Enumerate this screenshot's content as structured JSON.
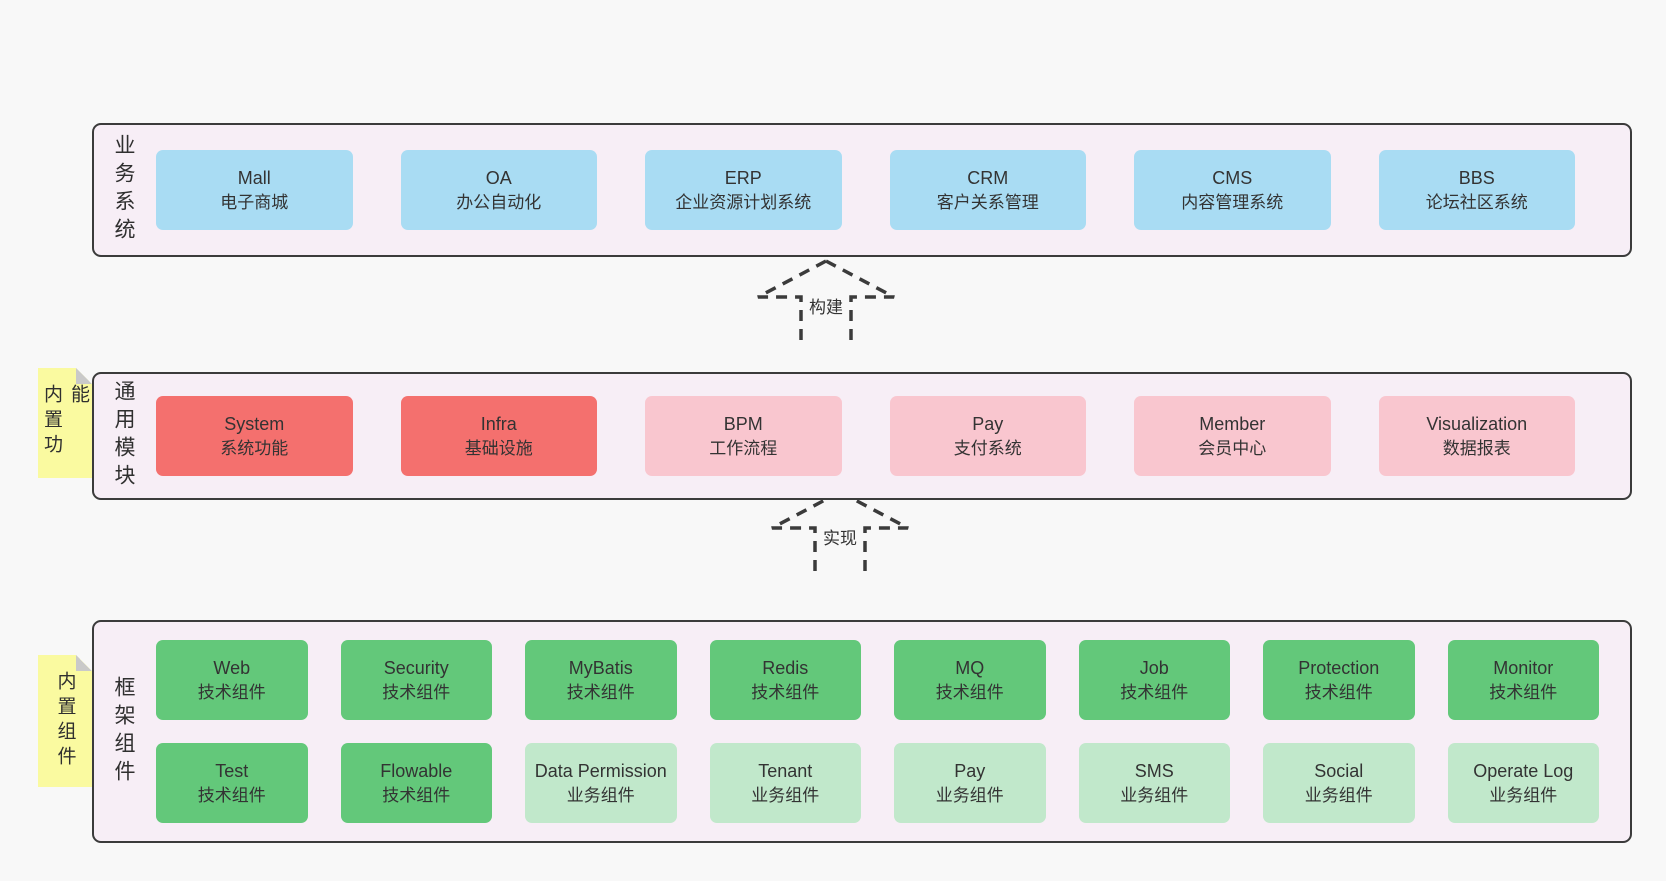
{
  "sections": {
    "business": {
      "label": "业务系统",
      "boxes": [
        {
          "title": "Mall",
          "subtitle": "电子商城"
        },
        {
          "title": "OA",
          "subtitle": "办公自动化"
        },
        {
          "title": "ERP",
          "subtitle": "企业资源计划系统"
        },
        {
          "title": "CRM",
          "subtitle": "客户关系管理"
        },
        {
          "title": "CMS",
          "subtitle": "内容管理系统"
        },
        {
          "title": "BBS",
          "subtitle": "论坛社区系统"
        }
      ]
    },
    "modules": {
      "label": "通用模块",
      "sticky": "内置功能",
      "boxes": [
        {
          "title": "System",
          "subtitle": "系统功能",
          "variant": "red"
        },
        {
          "title": "Infra",
          "subtitle": "基础设施",
          "variant": "red"
        },
        {
          "title": "BPM",
          "subtitle": "工作流程",
          "variant": "pink"
        },
        {
          "title": "Pay",
          "subtitle": "支付系统",
          "variant": "pink"
        },
        {
          "title": "Member",
          "subtitle": "会员中心",
          "variant": "pink"
        },
        {
          "title": "Visualization",
          "subtitle": "数据报表",
          "variant": "pink"
        }
      ]
    },
    "framework": {
      "label": "框架组件",
      "sticky": "内置组件",
      "top_row": [
        {
          "title": "Web",
          "subtitle": "技术组件",
          "variant": "green"
        },
        {
          "title": "Security",
          "subtitle": "技术组件",
          "variant": "green"
        },
        {
          "title": "MyBatis",
          "subtitle": "技术组件",
          "variant": "green"
        },
        {
          "title": "Redis",
          "subtitle": "技术组件",
          "variant": "green"
        },
        {
          "title": "MQ",
          "subtitle": "技术组件",
          "variant": "green"
        },
        {
          "title": "Job",
          "subtitle": "技术组件",
          "variant": "green"
        },
        {
          "title": "Protection",
          "subtitle": "技术组件",
          "variant": "green"
        },
        {
          "title": "Monitor",
          "subtitle": "技术组件",
          "variant": "green"
        }
      ],
      "bottom_row": [
        {
          "title": "Test",
          "subtitle": "技术组件",
          "variant": "green"
        },
        {
          "title": "Flowable",
          "subtitle": "技术组件",
          "variant": "green"
        },
        {
          "title": "Data Permission",
          "subtitle": "业务组件",
          "variant": "green-light"
        },
        {
          "title": "Tenant",
          "subtitle": "业务组件",
          "variant": "green-light"
        },
        {
          "title": "Pay",
          "subtitle": "业务组件",
          "variant": "green-light"
        },
        {
          "title": "SMS",
          "subtitle": "业务组件",
          "variant": "green-light"
        },
        {
          "title": "Social",
          "subtitle": "业务组件",
          "variant": "green-light"
        },
        {
          "title": "Operate Log",
          "subtitle": "业务组件",
          "variant": "green-light"
        }
      ]
    }
  },
  "arrows": {
    "build": "构建",
    "implement": "实现"
  },
  "colors": {
    "page_background": "#f8f8f8",
    "section_background": "#f7eef6",
    "section_border": "#3b3b3b",
    "blue_box": "#a9dcf3",
    "red_box": "#f4706e",
    "pink_box": "#f9c6cf",
    "green_box": "#63c87a",
    "light_green_box": "#c1e8cb",
    "sticky_note": "#fafaa0",
    "sticky_fold": "#c9c9c9",
    "text": "#333333"
  }
}
